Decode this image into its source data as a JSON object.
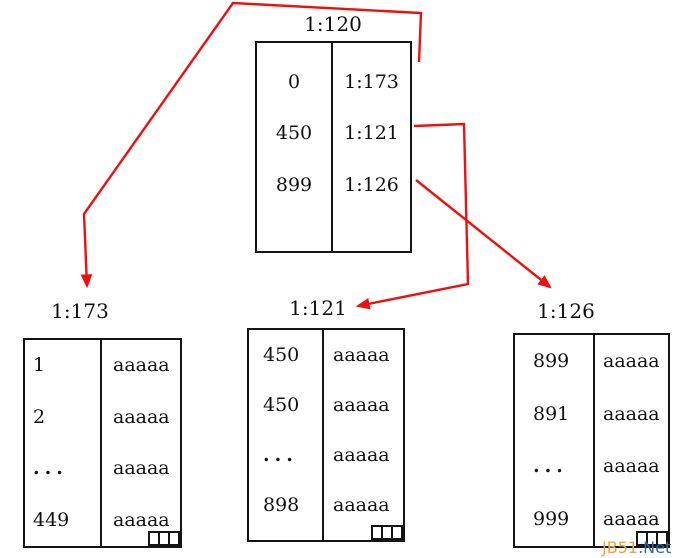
{
  "page": {
    "background": "#ffffff"
  },
  "diagram": {
    "type": "btree-index-structure",
    "arrow_color": "#ee0f0f",
    "border_color": "#141414",
    "root": {
      "title": "1:120",
      "keys": [
        "0",
        "450",
        "899"
      ],
      "pointers": [
        "1:173",
        "1:121",
        "1:126"
      ]
    },
    "leaves": [
      {
        "title": "1:173",
        "keys": [
          "1",
          "2",
          "...",
          "449"
        ],
        "values": [
          "aaaaa",
          "aaaaa",
          "aaaaa",
          "aaaaa"
        ]
      },
      {
        "title": "1:121",
        "keys": [
          "450",
          "450",
          "...",
          "898"
        ],
        "values": [
          "aaaaa",
          "aaaaa",
          "aaaaa",
          "aaaaa"
        ]
      },
      {
        "title": "1:126",
        "keys": [
          "899",
          "891",
          "...",
          "999"
        ],
        "values": [
          "aaaaa",
          "aaaaa",
          "aaaaa",
          "aaaaa"
        ]
      }
    ],
    "watermark": {
      "brand": "JB51",
      "suffix": ".Net",
      "brand_color": "#f0a23c",
      "suffix_color": "#33699e"
    }
  }
}
